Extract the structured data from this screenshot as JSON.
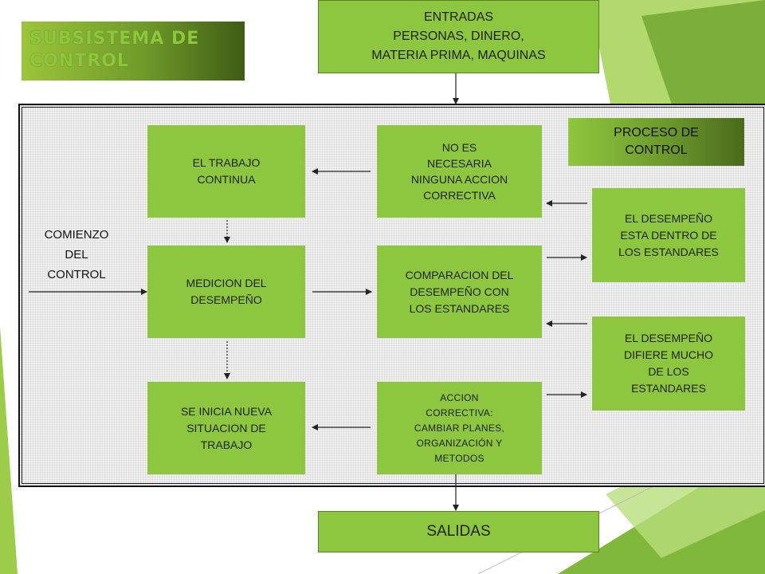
{
  "title": "SUBSISTEMA DE\nCONTROL",
  "inputs_box": "ENTRADAS\nPERSONAS, DINERO,\nMATERIA PRIMA, MAQUINAS",
  "outputs_box": "SALIDAS",
  "process_label": "PROCESO DE\nCONTROL",
  "start_label": "COMIENZO\nDEL\nCONTROL",
  "boxes": {
    "work_continues": "EL TRABAJO\nCONTINUA",
    "no_action": "NO ES\nNECESARIA\nNINGUNA ACCION\nCORRECTIVA",
    "within_standards": "EL DESEMPEÑO\nESTA DENTRO DE\nLOS ESTANDARES",
    "measurement": "MEDICION DEL\nDESEMPEÑO",
    "comparison": "COMPARACION DEL\nDESEMPEÑO CON\nLOS ESTANDARES",
    "differs": "EL DESEMPEÑO\nDIFIERE MUCHO\nDE LOS\nESTANDARES",
    "new_situation": "SE INICIA NUEVA\nSITUACION DE\nTRABAJO",
    "corrective_action": "ACCION\nCORRECTIVA:\nCAMBIAR PLANES,\nORGANIZACIÓN Y\nMETODOS"
  },
  "colors": {
    "box_fill": "#8dc63f",
    "accent_dark": "#3f5c14",
    "background_shape": "#8dc63f"
  }
}
